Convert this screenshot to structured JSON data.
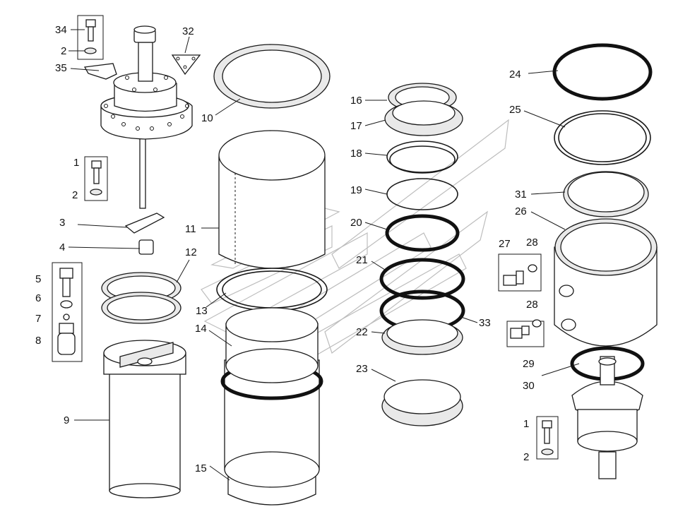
{
  "diagram": {
    "callouts": {
      "c34": "34",
      "c2a": "2",
      "c35": "35",
      "c32": "32",
      "c10": "10",
      "c16": "16",
      "c17": "17",
      "c18": "18",
      "c19": "19",
      "c20": "20",
      "c21": "21",
      "c22": "22",
      "c23": "23",
      "c33": "33",
      "c24": "24",
      "c25": "25",
      "c31": "31",
      "c26": "26",
      "c27": "27",
      "c28a": "28",
      "c28b": "28",
      "c29": "29",
      "c30": "30",
      "c1a": "1",
      "c2b": "2",
      "c3": "3",
      "c4": "4",
      "c5": "5",
      "c6": "6",
      "c7": "7",
      "c8": "8",
      "c9": "9",
      "c11": "11",
      "c12": "12",
      "c13": "13",
      "c14": "14",
      "c15": "15",
      "c1b": "1",
      "c2c": "2"
    }
  }
}
